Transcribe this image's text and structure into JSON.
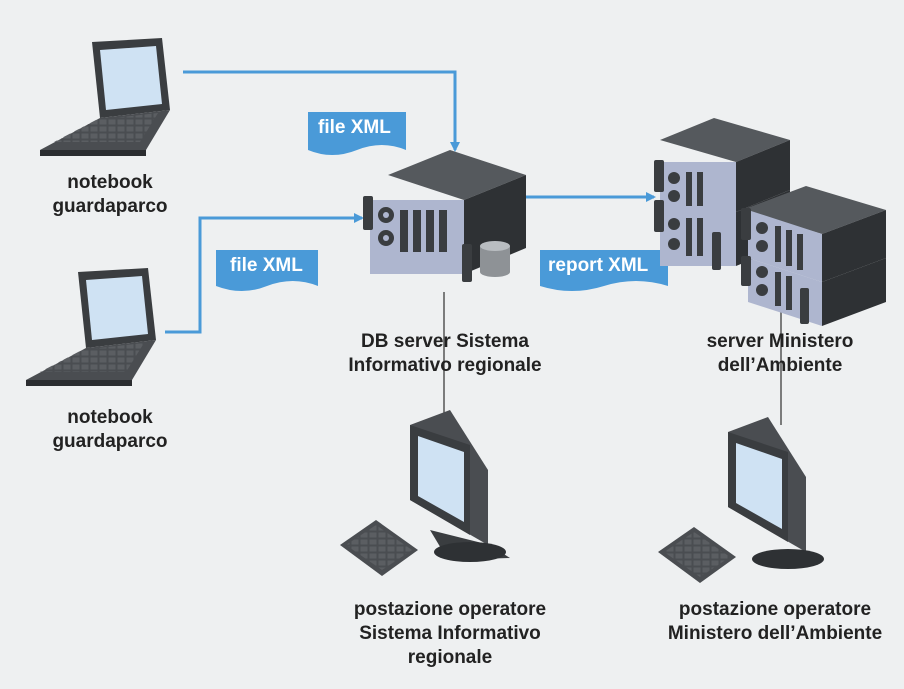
{
  "colors": {
    "background": "#eef0f1",
    "connector": "#4a9ad8",
    "document_tag": "#4a9ad8",
    "device_dark": "#3a3d40",
    "screen": "#cfe2f3",
    "rack_panel": "#aeb6cf"
  },
  "icons": [
    "laptop-icon",
    "server-icon",
    "database-icon",
    "server-cluster-icon",
    "desktop-computer-icon",
    "keyboard-icon"
  ],
  "nodes": {
    "notebook_top": {
      "line1": "notebook",
      "line2": "guardaparco"
    },
    "notebook_bottom": {
      "line1": "notebook",
      "line2": "guardaparco"
    },
    "db_server": {
      "line1": "DB server Sistema",
      "line2": "Informativo regionale"
    },
    "ministry_server": {
      "line1": "server Ministero",
      "line2": "dell’Ambiente"
    },
    "workstation_regional": {
      "line1": "postazione operatore",
      "line2": "Sistema Informativo",
      "line3": "regionale"
    },
    "workstation_ministry": {
      "line1": "postazione operatore",
      "line2": "Ministero dell’Ambiente"
    }
  },
  "tags": {
    "xml_top": "file XML",
    "xml_bottom": "file XML",
    "report": "report XML"
  }
}
